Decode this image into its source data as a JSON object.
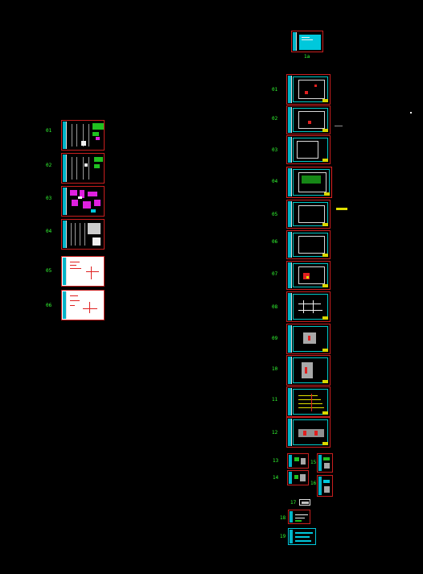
{
  "canvas": {
    "background": "#000000",
    "frame_color": "#c81e1e",
    "titleblock_color": "#00b4c8",
    "label_color": "#33ff33"
  },
  "cover": {
    "label": "1a"
  },
  "left_column": {
    "sheets": [
      {
        "label": "01"
      },
      {
        "label": "02"
      },
      {
        "label": "03"
      },
      {
        "label": "04"
      },
      {
        "label": "05"
      },
      {
        "label": "06"
      }
    ]
  },
  "right_column": {
    "sheets": [
      {
        "label": "01"
      },
      {
        "label": "02"
      },
      {
        "label": "03"
      },
      {
        "label": "04"
      },
      {
        "label": "05"
      },
      {
        "label": "06"
      },
      {
        "label": "07"
      },
      {
        "label": "08"
      },
      {
        "label": "09"
      },
      {
        "label": "10"
      },
      {
        "label": "11"
      },
      {
        "label": "12"
      }
    ]
  },
  "small_sheets": {
    "labels": {
      "s13": "13",
      "s14": "14",
      "s15": "15",
      "s16": "16",
      "s17": "17",
      "s18": "18",
      "s19": "19"
    }
  }
}
